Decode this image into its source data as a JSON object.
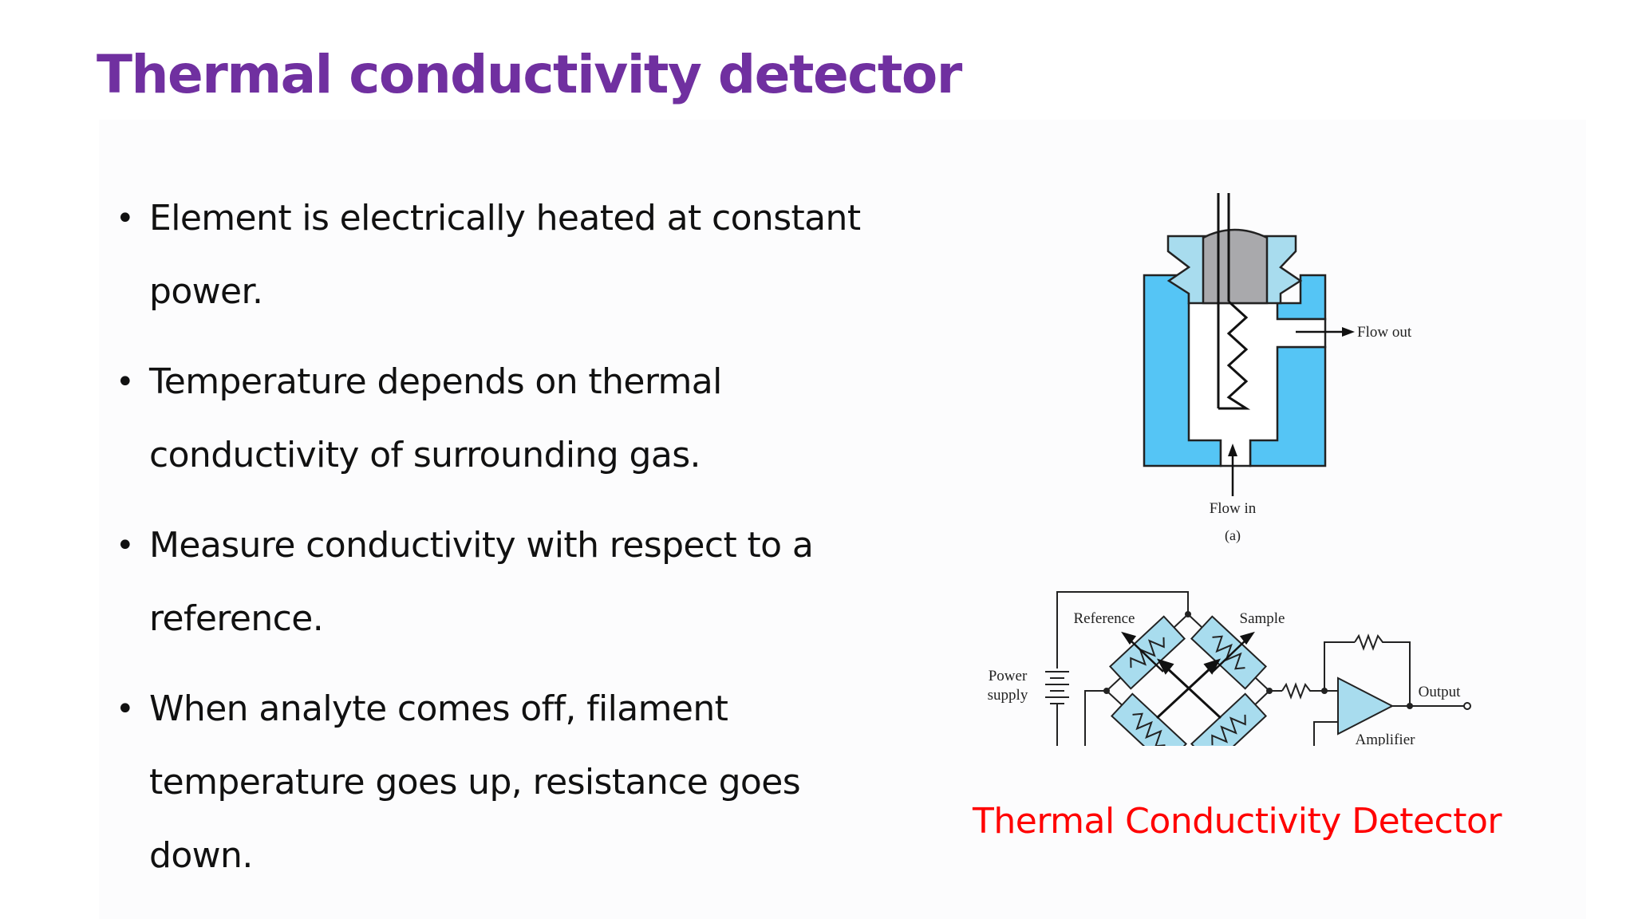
{
  "slide": {
    "title": "Thermal conductivity detector",
    "bullets": [
      {
        "line1": "Element is electrically heated at constant",
        "line2": "power."
      },
      {
        "line1": "Temperature depends on thermal",
        "line2": "conductivity of surrounding gas."
      },
      {
        "line1": "Measure conductivity with respect to a",
        "line2": "reference."
      },
      {
        "line1": "When analyte comes off, filament",
        "line2": "temperature goes up, resistance goes down."
      }
    ],
    "caption": "Thermal Conductivity Detector"
  },
  "figure_a": {
    "flow_out": "Flow out",
    "flow_in": "Flow in",
    "panel_label": "(a)"
  },
  "figure_b": {
    "reference": "Reference",
    "sample": "Sample",
    "power_line1": "Power",
    "power_line2": "supply",
    "output": "Output",
    "amplifier": "Amplifier"
  },
  "colors": {
    "title": "#7030a0",
    "caption": "#ff0000",
    "cell_blue": "#55c5f5",
    "resistor_blue": "#a8dcee",
    "filament_gray": "#a9a9ac"
  }
}
